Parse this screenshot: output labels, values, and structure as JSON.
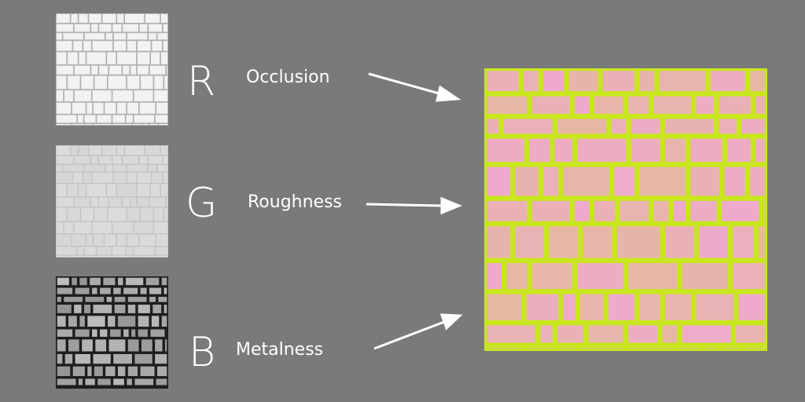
{
  "channels": [
    {
      "letter": "R",
      "label": "Occlusion",
      "map": "occlusion"
    },
    {
      "letter": "G",
      "label": "Roughness",
      "map": "roughness"
    },
    {
      "letter": "B",
      "label": "Metalness",
      "map": "metalness"
    }
  ],
  "colors": {
    "background": "#7a7a7a",
    "occlusion_fill": "#f2f2f2",
    "occlusion_grout": "#b0b0b0",
    "roughness_fill": "#dcdcdc",
    "roughness_grout": "#c4c4c4",
    "metalness_fill": "#bdbdbd",
    "metalness_grout": "#1e1e1e",
    "packed_fill": "#efa8cf",
    "packed_grout": "#c8e61e"
  }
}
